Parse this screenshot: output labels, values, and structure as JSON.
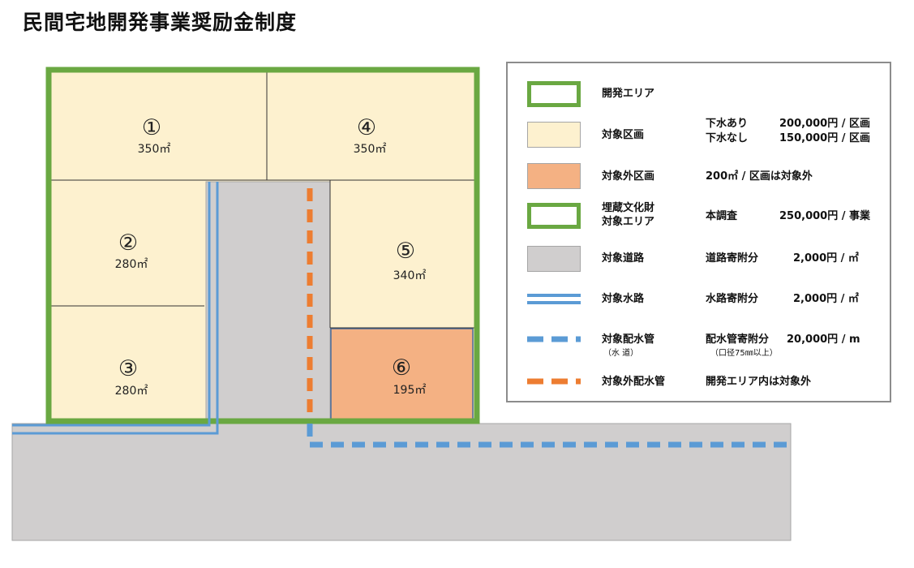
{
  "title": "民間宅地開発事業奨励金制度",
  "plots": [
    {
      "number": "①",
      "area": "350㎡"
    },
    {
      "number": "②",
      "area": "280㎡"
    },
    {
      "number": "③",
      "area": "280㎡"
    },
    {
      "number": "④",
      "area": "350㎡"
    },
    {
      "number": "⑤",
      "area": "340㎡"
    },
    {
      "number": "⑥",
      "area": "195㎡"
    }
  ],
  "legend": {
    "development_area": {
      "label": "開発エリア"
    },
    "target_plot": {
      "label": "対象区画",
      "sewer_yes": "下水あり",
      "sewer_yes_amount": "200,000円 / 区画",
      "sewer_no": "下水なし",
      "sewer_no_amount": "150,000円 / 区画"
    },
    "excluded_plot": {
      "label": "対象外区画",
      "note": "200㎡ / 区画は対象外"
    },
    "cultural_area": {
      "label_1": "埋蔵文化財",
      "label_2": "対象エリア",
      "item": "本調査",
      "amount": "250,000円 / 事業"
    },
    "target_road": {
      "label": "対象道路",
      "item": "道路寄附分",
      "amount": "2,000円 / ㎡"
    },
    "target_waterway": {
      "label": "対象水路",
      "item": "水路寄附分",
      "amount": "2,000円 / ㎡"
    },
    "target_water_pipe": {
      "label": "対象配水管",
      "sub": "（水 道）",
      "item": "配水管寄附分",
      "amount": "20,000円 / m",
      "item_sub": "（口径75㎜以上）"
    },
    "excluded_water_pipe": {
      "label": "対象外配水管",
      "note": "開発エリア内は対象外"
    }
  },
  "colors": {
    "green_border": "#6aa842",
    "plot_fill": "#fdf1cf",
    "excluded_fill": "#f4b183",
    "road_fill": "#d0cece",
    "blue_pipe": "#5b9bd5",
    "orange_pipe": "#ed7d31"
  }
}
